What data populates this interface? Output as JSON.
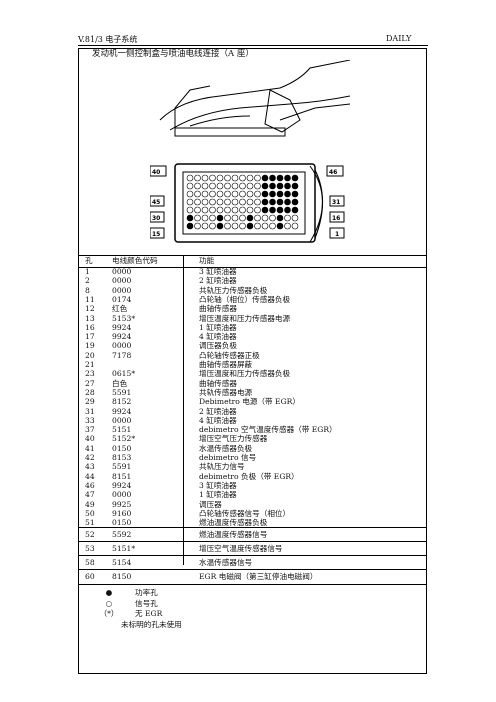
{
  "header": {
    "left": "V.81/3  电子系统",
    "right": "DAILY"
  },
  "subtitle": "发动机一侧控制盒与喷油电线连接（A 座）",
  "diagram": {
    "labels": [
      "40",
      "46",
      "45",
      "31",
      "30",
      "16",
      "15",
      "1"
    ]
  },
  "table": {
    "headers": [
      "孔",
      "电线颜色代码",
      "功能"
    ],
    "rows": [
      [
        "1",
        "0000",
        "3 缸喷油器"
      ],
      [
        "2",
        "0000",
        "2 缸喷油器"
      ],
      [
        "8",
        "0000",
        "共轨压力传感器负极"
      ],
      [
        "11",
        "0174",
        "凸轮轴（相位）传感器负极"
      ],
      [
        "12",
        "红色",
        "曲轴传感器"
      ],
      [
        "13",
        "5153*",
        "增压温度和压力传感器电源"
      ],
      [
        "16",
        "9924",
        "1 缸喷油器"
      ],
      [
        "17",
        "9924",
        "4 缸喷油器"
      ],
      [
        "19",
        "0000",
        "调压器负极"
      ],
      [
        "20",
        "7178",
        "凸轮轴传感器正极"
      ],
      [
        "21",
        "",
        "曲轴传感器屏蔽"
      ],
      [
        "23",
        "0615*",
        "增压温度和压力传感器负极"
      ],
      [
        "27",
        "白色",
        "曲轴传感器"
      ],
      [
        "28",
        "5591",
        "共轨传感器电源"
      ],
      [
        "29",
        "8152",
        "Debimetro 电源（带 EGR）"
      ],
      [
        "31",
        "9924",
        "2 缸喷油器"
      ],
      [
        "33",
        "0000",
        "4 缸喷油器"
      ],
      [
        "37",
        "5151",
        "debimetro 空气温度传感器（带 EGR）"
      ],
      [
        "40",
        "5152*",
        "增压空气压力传感器"
      ],
      [
        "41",
        "0150",
        "水温传感器负极"
      ],
      [
        "42",
        "8153",
        "debimetro 信号"
      ],
      [
        "43",
        "5591",
        "共轨压力信号"
      ],
      [
        "44",
        "8151",
        "debimetro 负极（带 EGR）"
      ],
      [
        "46",
        "9924",
        "3 缸喷油器"
      ],
      [
        "47",
        "0000",
        "1 缸喷油器"
      ],
      [
        "49",
        "9925",
        "调压器"
      ],
      [
        "50",
        "9160",
        "凸轮轴传感器信号（相位）"
      ],
      [
        "51",
        "0150",
        "燃油温度传感器负极"
      ]
    ],
    "rows2": [
      [
        "52",
        "5592",
        "燃油温度传感器信号"
      ],
      [
        "53",
        "5151*",
        "增压空气温度传感器信号"
      ],
      [
        "58",
        "5154",
        "水温传感器信号"
      ],
      [
        "60",
        "8150",
        "EGR 电磁阀（第三缸停油电磁阀）"
      ]
    ]
  },
  "legend": {
    "items": [
      {
        "symbol": "●",
        "text": "功率孔"
      },
      {
        "symbol": "○",
        "text": "信号孔"
      },
      {
        "symbol": "（*）",
        "text": "无 EGR"
      },
      {
        "symbol": "",
        "text": "未标明的孔未使用"
      }
    ]
  }
}
